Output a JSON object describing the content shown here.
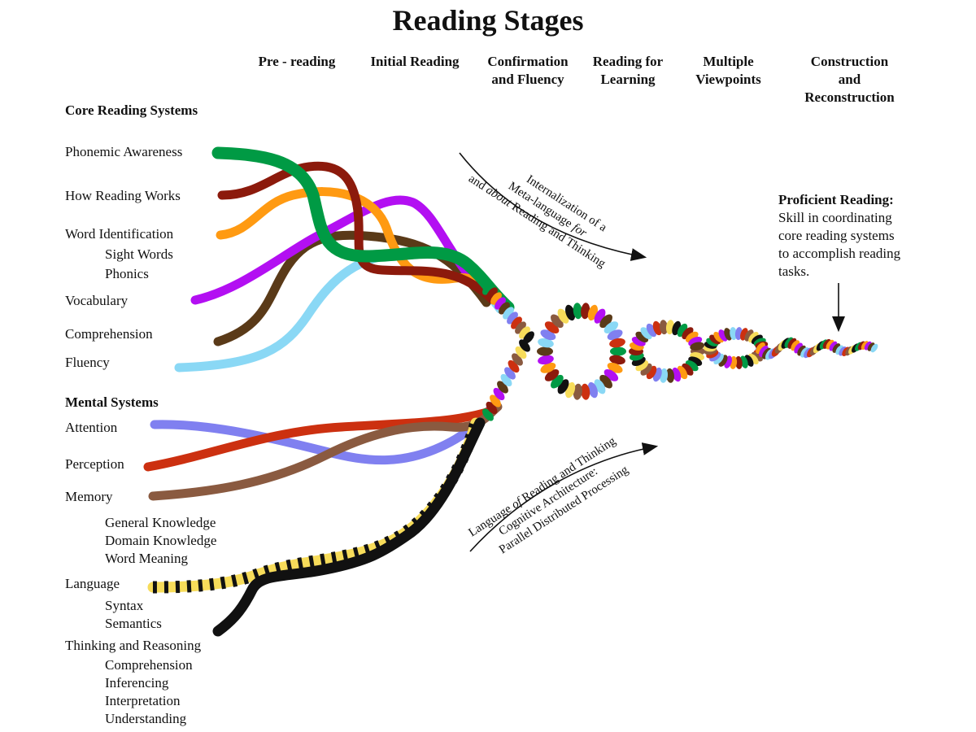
{
  "title": "Reading Stages",
  "stages": [
    "Pre - reading",
    "Initial Reading",
    "Confirmation and Fluency",
    "Reading for Learning",
    "Multiple Viewpoints",
    "Construction and Reconstruction"
  ],
  "core": {
    "heading": "Core Reading Systems",
    "items": [
      {
        "label": "Phonemic Awareness",
        "color": "#009a44"
      },
      {
        "label": "How Reading Works",
        "color": "#8c1a0c"
      },
      {
        "label": "Word Identification",
        "color": "#ff9a12",
        "subs": [
          "Sight Words",
          "Phonics"
        ]
      },
      {
        "label": "Vocabulary",
        "color": "#b30ff2"
      },
      {
        "label": "Comprehension",
        "color": "#5a3a18"
      },
      {
        "label": "Fluency",
        "color": "#8ad8f5"
      }
    ]
  },
  "mental": {
    "heading": "Mental Systems",
    "items": [
      {
        "label": "Attention",
        "color": "#8080f0"
      },
      {
        "label": "Perception",
        "color": "#cc3010"
      },
      {
        "label": "Memory",
        "color": "#8a5a40",
        "subs": [
          "General Knowledge",
          "Domain Knowledge",
          "Word Meaning"
        ]
      },
      {
        "label": "Language",
        "color": "#f7dc5a",
        "subs": [
          "Syntax",
          "Semantics"
        ]
      },
      {
        "label": "Thinking and Reasoning",
        "color": "#111111",
        "subs": [
          "Comprehension",
          "Inferencing",
          "Interpretation",
          "Understanding"
        ]
      }
    ]
  },
  "proficient": {
    "heading": "Proficient Reading:",
    "lines": [
      "Skill in coordinating",
      "core reading systems",
      "to accomplish reading",
      "tasks."
    ]
  },
  "annotations": {
    "upper": {
      "line1": "Internalization of a",
      "line2_part1": "Meta-language ",
      "line2_italic": "for",
      "line3_part1": "and ",
      "line3_italic": "about",
      "line3_part2": " Reading and Thinking"
    },
    "lower": {
      "line1_part1": "Language ",
      "line1_italic": "of",
      "line1_part2": " Reading and Thinking",
      "line2": "Cognitive Architecture:",
      "line3": "Parallel Distributed Processing"
    }
  }
}
